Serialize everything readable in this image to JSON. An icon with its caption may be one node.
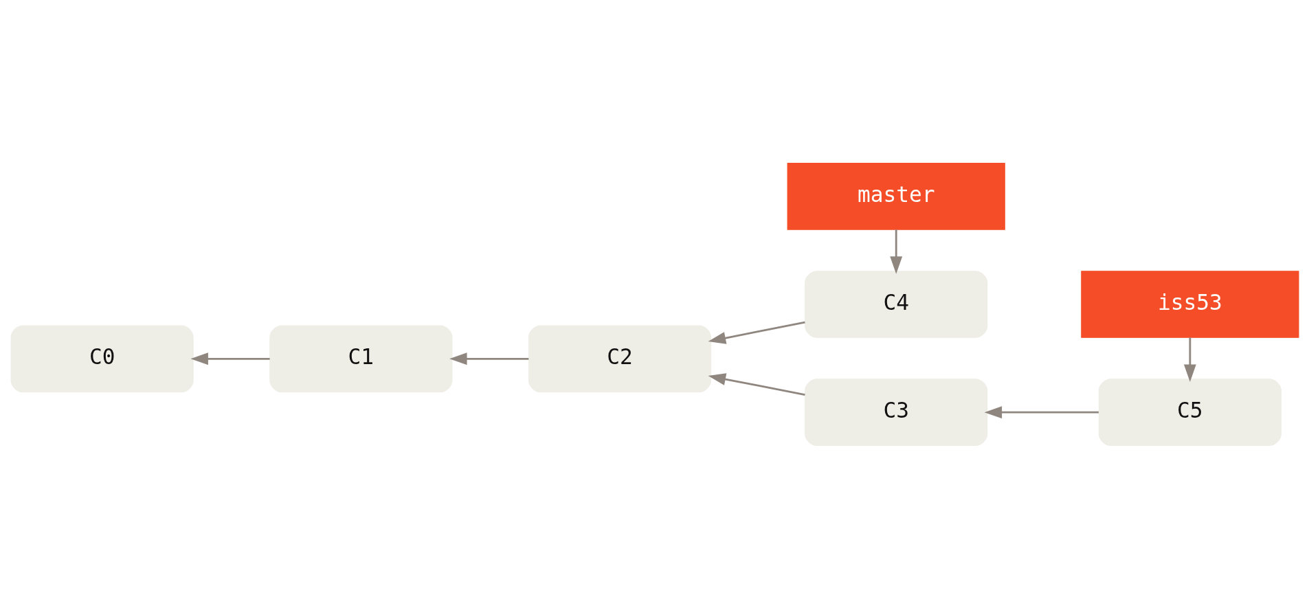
{
  "diagram": {
    "nodes": [
      {
        "text": [
          "master"
        ]
      },
      {
        "text": [
          "C0"
        ]
      },
      {
        "text": [
          "C1"
        ]
      },
      {
        "text": [
          "C2"
        ]
      },
      {
        "text": [
          "C4"
        ]
      },
      {
        "text": [
          "C3"
        ]
      },
      {
        "text": [
          "C5"
        ]
      },
      {
        "text": [
          "iss53"
        ]
      }
    ],
    "edges": [
      {
        "from": 0,
        "to": 4,
        "arrow": "to"
      },
      {
        "from": 2,
        "to": 1,
        "arrow": "to"
      },
      {
        "from": 3,
        "to": 2,
        "arrow": "to"
      },
      {
        "from": 4,
        "to": 3,
        "arrow": "to"
      },
      {
        "from": 5,
        "to": 3,
        "arrow": "to"
      },
      {
        "from": 6,
        "to": 5,
        "arrow": "to"
      },
      {
        "from": 7,
        "to": 6,
        "arrow": "to"
      }
    ]
  }
}
